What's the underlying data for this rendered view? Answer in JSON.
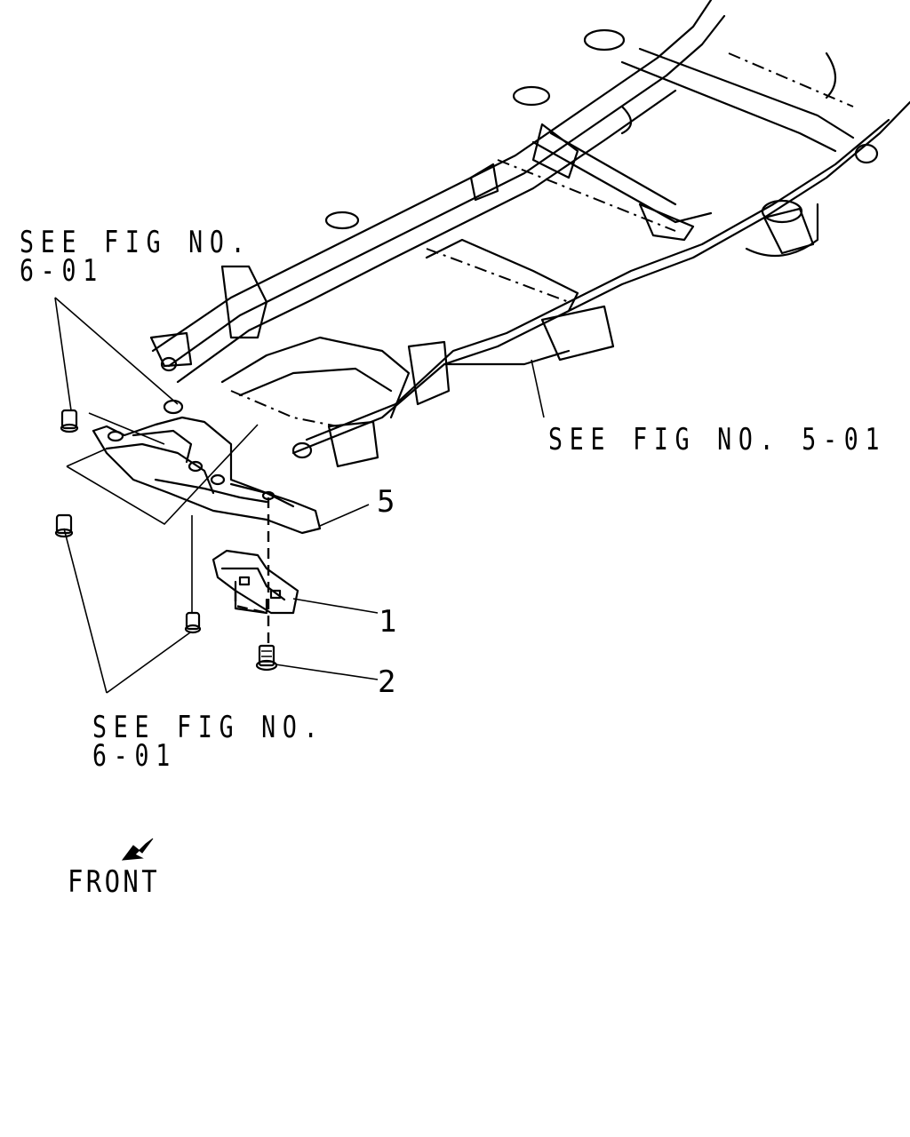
{
  "callouts": {
    "ref_top_line1": "SEE FIG NO.",
    "ref_top_line2": "6-01",
    "ref_frame": "SEE FIG NO. 5-01",
    "ref_bottom_line1": "SEE FIG NO.",
    "ref_bottom_line2": "6-01"
  },
  "part_numbers": {
    "p5": "5",
    "p1": "1",
    "p2": "2"
  },
  "direction": {
    "label": "FRONT",
    "icon": "front-direction-arrow-icon"
  }
}
